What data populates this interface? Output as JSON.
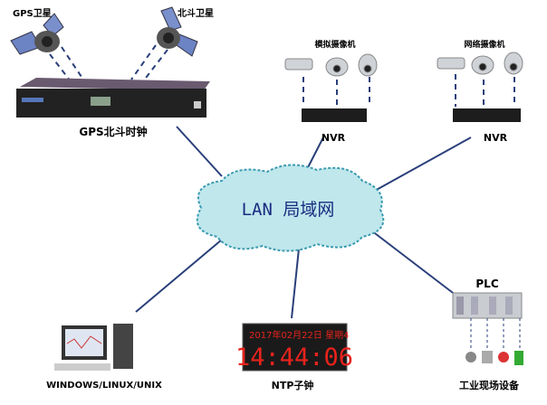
{
  "satellites": {
    "gps": "GPS卫星",
    "beidou": "北斗卫星"
  },
  "master_clock": {
    "label": "GPS北斗时钟"
  },
  "analog_cameras": {
    "title": "模拟摄像机",
    "nvr_label": "NVR"
  },
  "network_cameras": {
    "title": "网络摄像机",
    "nvr_label": "NVR"
  },
  "lan": {
    "label": "LAN 局域网"
  },
  "computer": {
    "label": "WINDOWS/LINUX/UNIX"
  },
  "ntp_clock": {
    "label": "NTP子钟",
    "date_line": "2017年02月22日 星期4",
    "time": "14:44:06"
  },
  "plc": {
    "title": "PLC",
    "label": "工业现场设备"
  },
  "colors": {
    "cloud": "#bfe7ec",
    "cloud_stroke": "#3a9bb0",
    "lines": "#2a3f7a",
    "led": "#e8231c"
  }
}
